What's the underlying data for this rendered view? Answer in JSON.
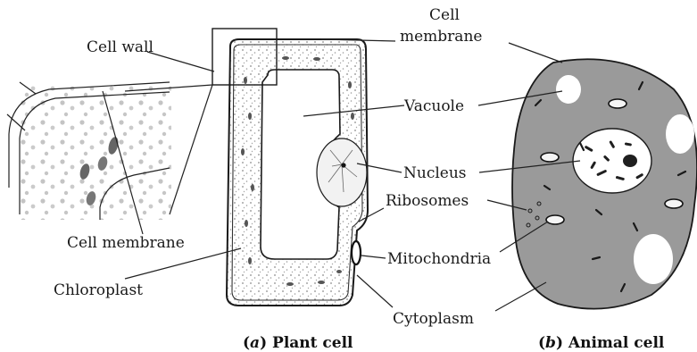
{
  "labels": {
    "cell_wall": "Cell wall",
    "cell_membrane_top_1": "Cell",
    "cell_membrane_top_2": "membrane",
    "vacuole": "Vacuole",
    "nucleus": "Nucleus",
    "ribosomes": "Ribosomes",
    "mitochondria": "Mitochondria",
    "cytoplasm": "Cytoplasm",
    "cell_membrane_left": "Cell membrane",
    "chloroplast": "Chloroplast"
  },
  "captions": {
    "plant": {
      "letter": "a",
      "text": "Plant cell"
    },
    "animal": {
      "letter": "b",
      "text": "Animal cell"
    }
  },
  "colors": {
    "animal_cytoplasm": "#9a9a9a",
    "plant_cytoplasm_dots": "#b5b5b5",
    "outline": "#1a1a1a"
  }
}
